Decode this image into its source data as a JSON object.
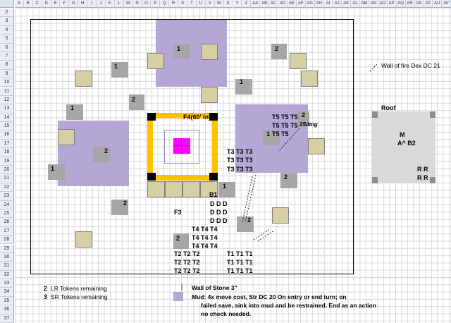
{
  "columns": [
    "A",
    "B",
    "C",
    "D",
    "E",
    "F",
    "G",
    "H",
    "I",
    "J",
    "K",
    "L",
    "M",
    "N",
    "O",
    "P",
    "Q",
    "R",
    "S",
    "T",
    "U",
    "V",
    "W",
    "X",
    "Y",
    "Z",
    "AA",
    "AB",
    "AC",
    "AD",
    "AE",
    "AF",
    "AG",
    "AH",
    "AI",
    "AJ",
    "AK",
    "AL",
    "AM",
    "AN",
    "AO",
    "AP",
    "AQ",
    "AR",
    "AS",
    "AT",
    "AU",
    "AV"
  ],
  "rows": [
    "2",
    "3",
    "4",
    "5",
    "6",
    "7",
    "8",
    "9",
    "10",
    "11",
    "12",
    "13",
    "14",
    "15",
    "16",
    "17",
    "18",
    "19",
    "20",
    "21",
    "22",
    "23",
    "24",
    "25",
    "26",
    "27",
    "28",
    "29",
    "30",
    "31",
    "32",
    "33",
    "34",
    "35",
    "36",
    "37"
  ],
  "numbers": {
    "one": "1",
    "two": "2"
  },
  "labels": {
    "f4": "F4(60' in)",
    "t5_row1": "T5  T5  T5",
    "t5_row2": "T5  T5  T5",
    "t5_row3": "T5  T5",
    "dmg": "25dmg",
    "t3": "T3  T3  T3",
    "b1": "B1",
    "d": "D   D   D",
    "f3": "F3",
    "t4": "T4  T4  T4",
    "t2": "T2  T2  T2",
    "t1": "T1  T1  T1",
    "wall_of_fire": "Wall of fire Dex DC 21",
    "roof": "Roof",
    "m": "M",
    "a_b2": "A^ B2",
    "r": "R  R"
  },
  "legend": {
    "lr_count": "2",
    "lr_text": "LR Tokens remaining",
    "sr_count": "3",
    "sr_text": "SR Tokens remaining",
    "wall_of_stone": "Wall of Stone 3\"",
    "mud_line1": "Mud: 4x move cost, Str DC 20 On entry or end turn; on",
    "mud_line2": "failed save, sink into mud and be restrained. End as an action",
    "mud_line3": "no check needed."
  },
  "colors": {
    "mud": "#b4a7d6",
    "stone": "#d6cfa3",
    "fire": "#ffc000",
    "magenta": "#ff00ff",
    "grey": "#a6a6a6",
    "roof": "#d9d9d9"
  }
}
